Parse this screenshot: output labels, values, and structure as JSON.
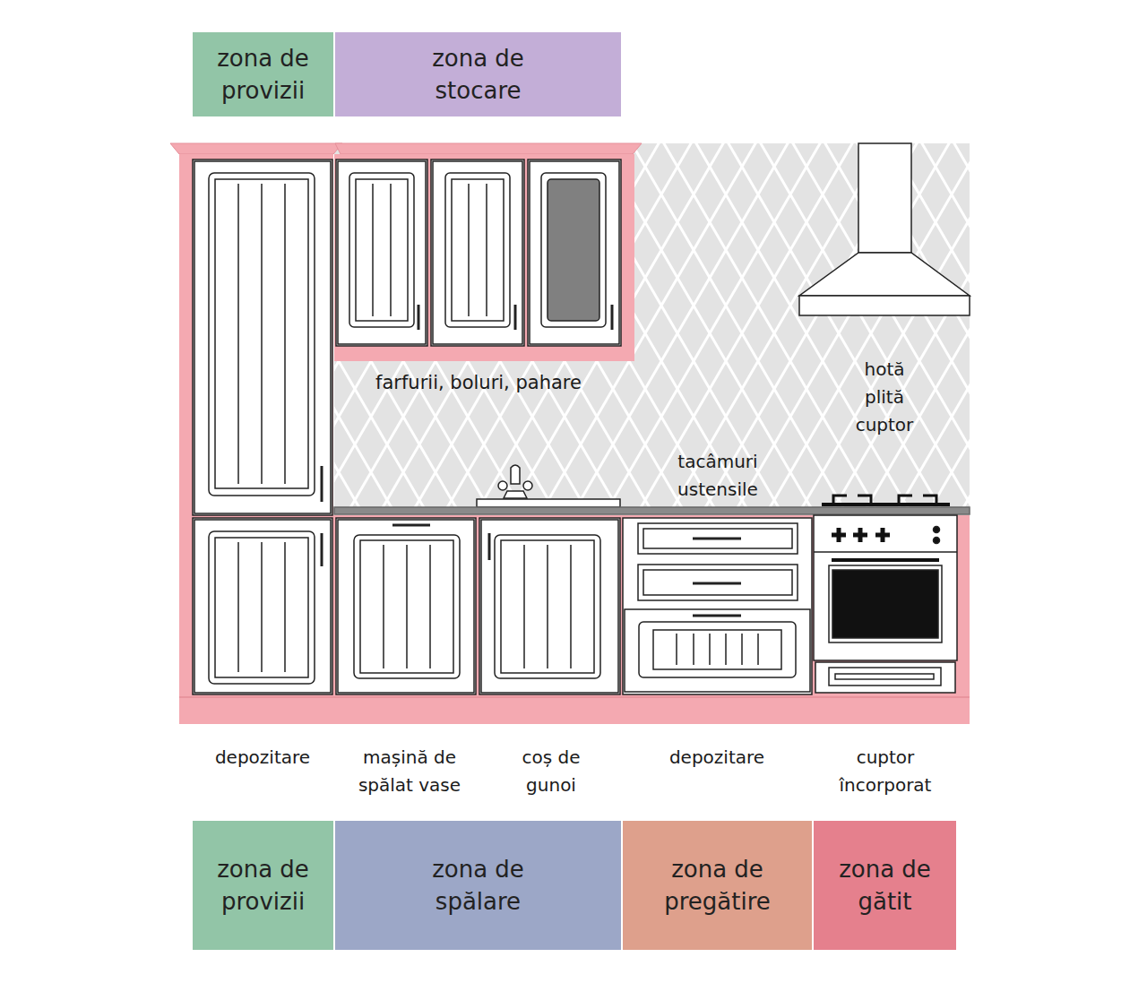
{
  "diagram": {
    "nodes": [
      {
        "text": [
          "zona de provizii"
        ]
      },
      {
        "text": [
          "zona de stocare"
        ]
      },
      {
        "text": [
          "zona de provizii"
        ]
      },
      {
        "text": [
          "zona de spălare"
        ]
      },
      {
        "text": [
          "zona de pregătire"
        ]
      },
      {
        "text": [
          "zona de gătit"
        ]
      }
    ],
    "labels": [
      "farfurii, boluri, pahare",
      "hotă plită cuptor",
      "tacâmuri ustensile",
      "depozitare",
      "mașină de spălat vase",
      "coș de gunoi",
      "depozitare",
      "cuptor încorporat"
    ]
  }
}
